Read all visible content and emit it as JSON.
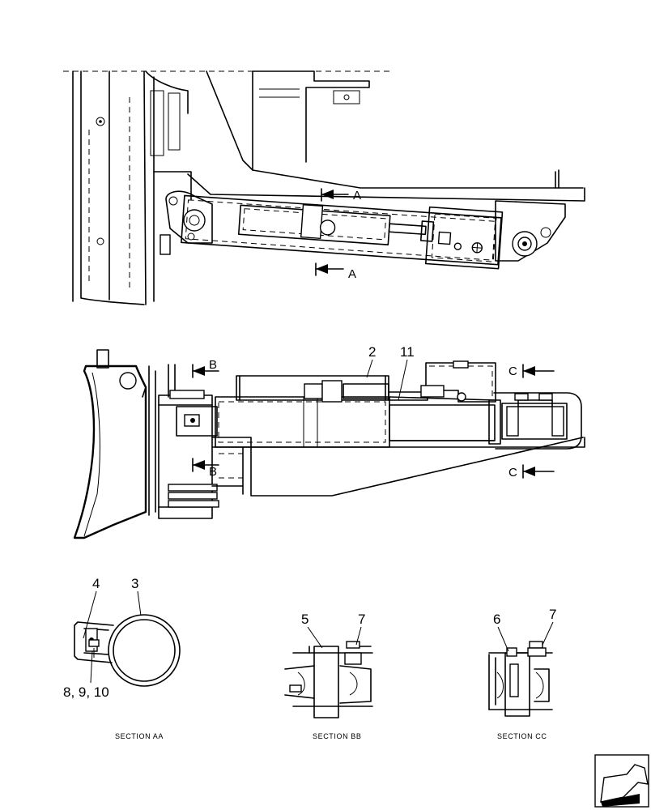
{
  "section_markers": {
    "a": "A",
    "b": "B",
    "c": "C"
  },
  "callouts": {
    "c2": "2",
    "c11": "11",
    "c4": "4",
    "c3": "3",
    "c8910": "8, 9, 10",
    "c5": "5",
    "c7b": "7",
    "c6": "6",
    "c7c": "7"
  },
  "captions": {
    "aa": "SECTION AA",
    "bb": "SECTION BB",
    "cc": "SECTION CC"
  },
  "nav_icon": "next-page-arrow-icon"
}
